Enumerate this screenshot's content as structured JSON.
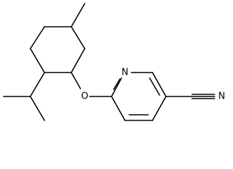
{
  "molecule": {
    "atoms": [
      {
        "id": "N_ring",
        "symbol": "N"
      },
      {
        "id": "O_ether",
        "symbol": "O"
      },
      {
        "id": "N_nitrile",
        "symbol": "N"
      }
    ]
  }
}
